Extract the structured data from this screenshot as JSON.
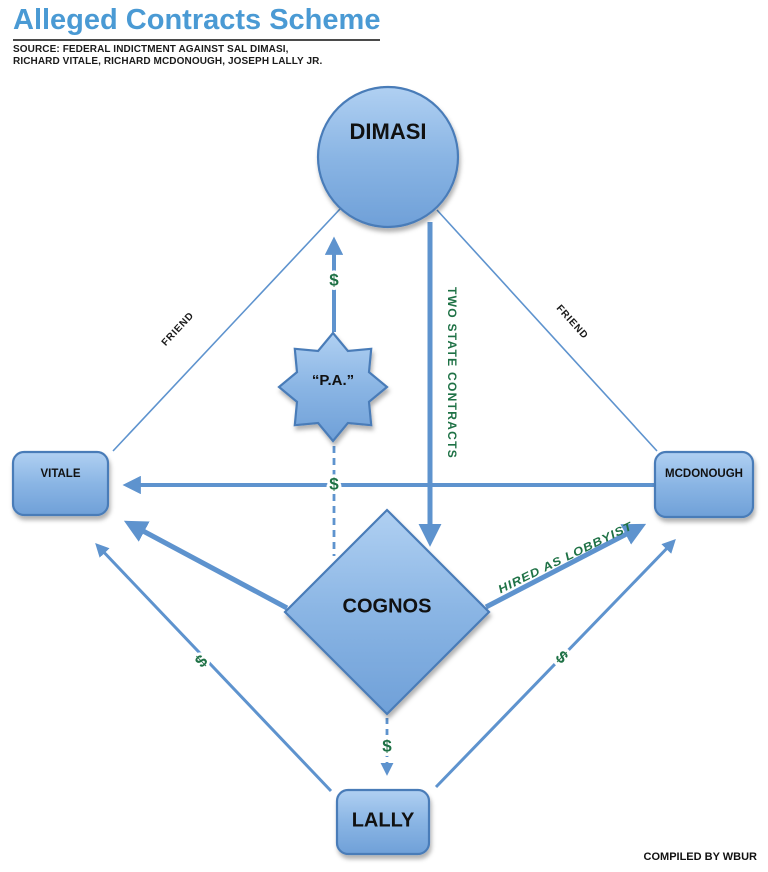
{
  "header": {
    "title": "Alleged Contracts Scheme",
    "source_line1": "SOURCE: FEDERAL INDICTMENT AGAINST SAL DIMASI,",
    "source_line2": "RICHARD VITALE, RICHARD MCDONOUGH, JOSEPH LALLY JR."
  },
  "footer": {
    "credit": "COMPILED BY WBUR"
  },
  "colors": {
    "title_blue": "#4A9AD4",
    "line_blue": "#5E93CE",
    "node_border_blue": "#4A7CB8",
    "node_fill_top": "#B0D0F2",
    "node_fill_bottom": "#6FA0D8",
    "money_green": "#1E7145",
    "text_black": "#111111",
    "background": "#FFFFFF"
  },
  "nodes": {
    "dimasi": {
      "label": "DIMASI",
      "shape": "circle"
    },
    "pa": {
      "label": "“P.A.”",
      "shape": "8-point-star"
    },
    "cognos": {
      "label": "COGNOS",
      "shape": "diamond"
    },
    "vitale": {
      "label": "VITALE",
      "shape": "rounded-rect"
    },
    "mcdonough": {
      "label": "MCDONOUGH",
      "shape": "rounded-rect"
    },
    "lally": {
      "label": "LALLY",
      "shape": "rounded-rect"
    }
  },
  "edges": {
    "friend_left": {
      "from": "DIMASI",
      "to": "VITALE",
      "label": "FRIEND",
      "style": "thin-line",
      "arrow": false
    },
    "friend_right": {
      "from": "DIMASI",
      "to": "MCDONOUGH",
      "label": "FRIEND",
      "style": "thin-line",
      "arrow": false
    },
    "pa_to_dimasi": {
      "from": "P.A.",
      "to": "DIMASI",
      "label": "$",
      "style": "solid",
      "arrow": true
    },
    "dimasi_to_cognos": {
      "from": "DIMASI",
      "to": "COGNOS",
      "label": "TWO STATE CONTRACTS",
      "style": "solid",
      "arrow": true
    },
    "pa_to_cognos": {
      "from": "P.A.",
      "to": "COGNOS",
      "label": "$",
      "style": "dashed",
      "arrow": false
    },
    "mcdonough_to_vitale": {
      "from": "MCDONOUGH",
      "to": "VITALE",
      "label": "$",
      "style": "solid",
      "arrow": true
    },
    "cognos_to_vitale": {
      "from": "COGNOS",
      "to": "VITALE",
      "label": "",
      "style": "solid",
      "arrow": true
    },
    "cognos_to_mcdonough": {
      "from": "COGNOS",
      "to": "MCDONOUGH",
      "label": "HIRED AS LOBBYIST",
      "style": "solid",
      "arrow": true
    },
    "cognos_to_lally": {
      "from": "COGNOS",
      "to": "LALLY",
      "label": "$",
      "style": "dashed",
      "arrow": true
    },
    "lally_to_vitale": {
      "from": "LALLY",
      "to": "VITALE",
      "label": "$",
      "style": "solid",
      "arrow": true
    },
    "lally_to_mcdonough": {
      "from": "LALLY",
      "to": "MCDONOUGH",
      "label": "$",
      "style": "solid",
      "arrow": true
    }
  }
}
